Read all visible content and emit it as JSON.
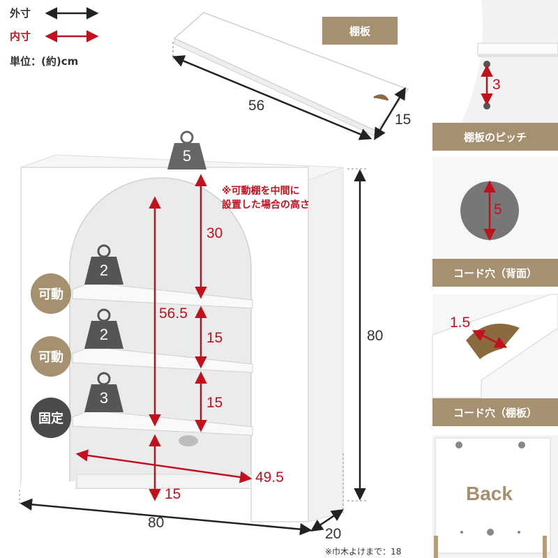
{
  "legend": {
    "outer_label": "外寸",
    "inner_label": "内寸",
    "unit_label": "単位：(約)cm"
  },
  "shelf_board": {
    "title": "棚板",
    "width": "56",
    "depth": "15"
  },
  "cabinet": {
    "top_load": "5",
    "note_line1": "※可動棚を中間に",
    "note_line2": "設置した場合の高さ",
    "dim_30": "30",
    "dim_56_5": "56.5",
    "dim_15_a": "15",
    "dim_15_b": "15",
    "dim_49_5": "49.5",
    "dim_15_bottom": "15",
    "height": "80",
    "width": "80",
    "depth": "20",
    "baseboard_note": "※巾木よけまで：18",
    "shelves": [
      {
        "badge": "可動",
        "load": "2",
        "badge_color": "#a5906f"
      },
      {
        "badge": "可動",
        "load": "2",
        "badge_color": "#a5906f"
      },
      {
        "badge": "固定",
        "load": "3",
        "badge_color": "#4a4a4a"
      }
    ]
  },
  "side_panels": {
    "pitch_value": "3",
    "pitch_label": "棚板のピッチ",
    "cord_back_value": "5",
    "cord_back_label": "コード穴（背面）",
    "cord_shelf_value": "1.5",
    "cord_shelf_label": "コード穴（棚板）",
    "back_text": "Back"
  }
}
